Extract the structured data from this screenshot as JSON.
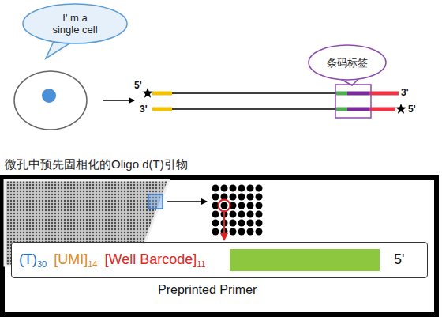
{
  "diagram": {
    "nodes": [
      {
        "text": [
          "I' m a single cell"
        ]
      },
      {
        "text": [
          "条码标签"
        ]
      },
      {
        "text": [
          "Preprinted Primer"
        ]
      },
      {
        "text": [
          "(T)",
          "30",
          "[UMI]",
          "14",
          "[Well Barcode]",
          "11",
          "5'"
        ],
        "in": 2
      }
    ],
    "labels": [
      "5'",
      "3'",
      "3'",
      "5'",
      "微孔中预先固相化的Oligo d(T)引物"
    ]
  }
}
